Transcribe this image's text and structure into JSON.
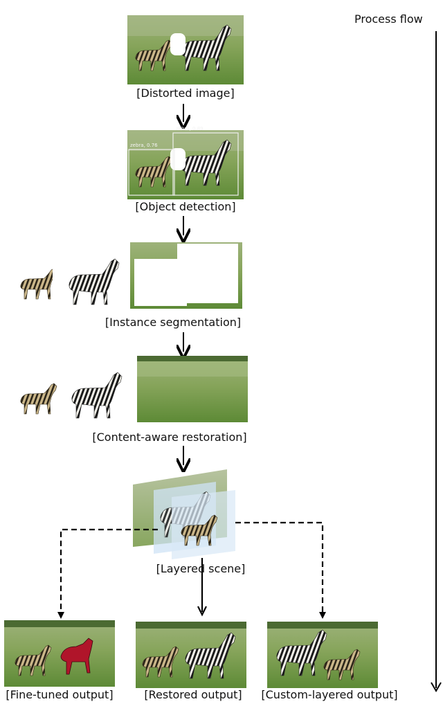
{
  "title": "Process flow",
  "steps": {
    "distorted": "[Distorted image]",
    "detection": "[Object detection]",
    "segmentation": "[Instance segmentation]",
    "restoration": "[Content-aware restoration]",
    "layered": "[Layered scene]"
  },
  "outputs": {
    "fine_tuned": "[Fine-tuned output]",
    "restored": "[Restored output]",
    "custom": "[Custom-layered output]"
  },
  "detection_labels": {
    "left": "zebra, 0.76",
    "right": "zebra, 0.89"
  },
  "colors": {
    "grass_top": "#8fa864",
    "grass_bottom": "#5f8a3a",
    "zebra_dark": "#1a1a1a",
    "foal_tan": "#a8946a",
    "horse_red": "#b0152a",
    "layer_tint": "#cfe3f5"
  }
}
